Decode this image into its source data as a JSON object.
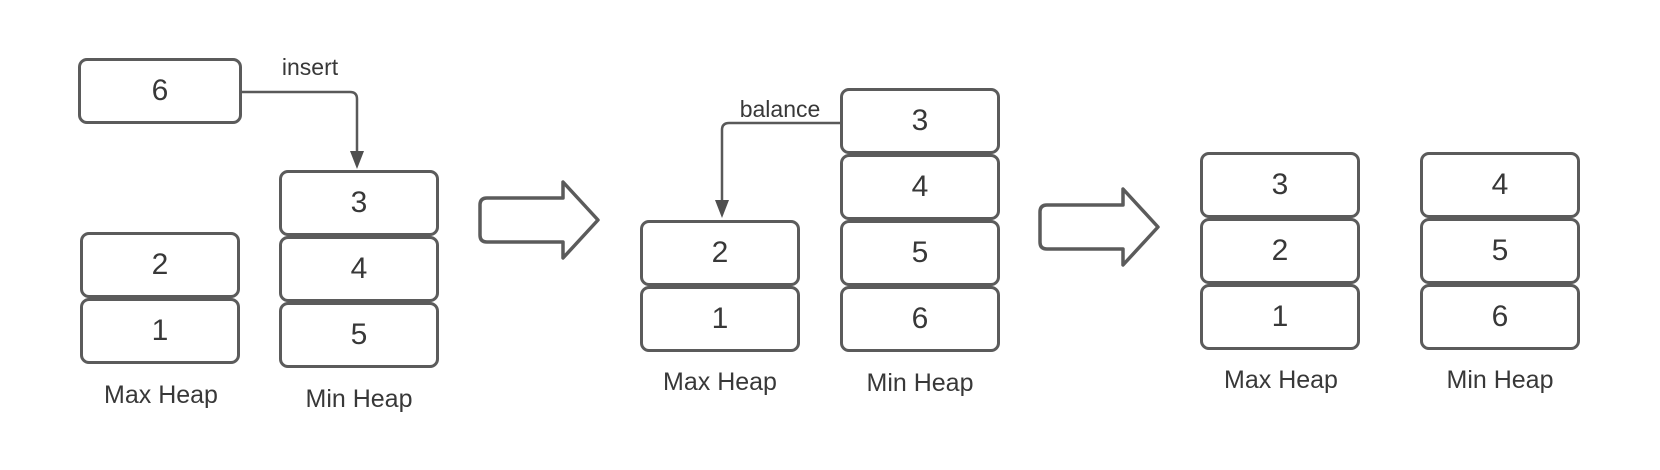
{
  "diagram_title": "",
  "colors": {
    "stroke": "#5b5b5b",
    "connector": "#595959",
    "arrowhead": "#4f4f4f",
    "text": "#383838",
    "node_fill": "#ffffff",
    "background": "#ffffff"
  },
  "stage1": {
    "insert_value": "6",
    "insert_label": "insert",
    "max_heap": {
      "label": "Max Heap",
      "values": [
        "2",
        "1"
      ]
    },
    "min_heap": {
      "label": "Min Heap",
      "values": [
        "3",
        "4",
        "5"
      ]
    }
  },
  "stage2": {
    "balance_label": "balance",
    "max_heap": {
      "label": "Max Heap",
      "values": [
        "2",
        "1"
      ]
    },
    "min_heap": {
      "label": "Min Heap",
      "values": [
        "3",
        "4",
        "5",
        "6"
      ]
    }
  },
  "stage3": {
    "max_heap": {
      "label": "Max Heap",
      "values": [
        "3",
        "2",
        "1"
      ]
    },
    "min_heap": {
      "label": "Min Heap",
      "values": [
        "4",
        "5",
        "6"
      ]
    }
  }
}
